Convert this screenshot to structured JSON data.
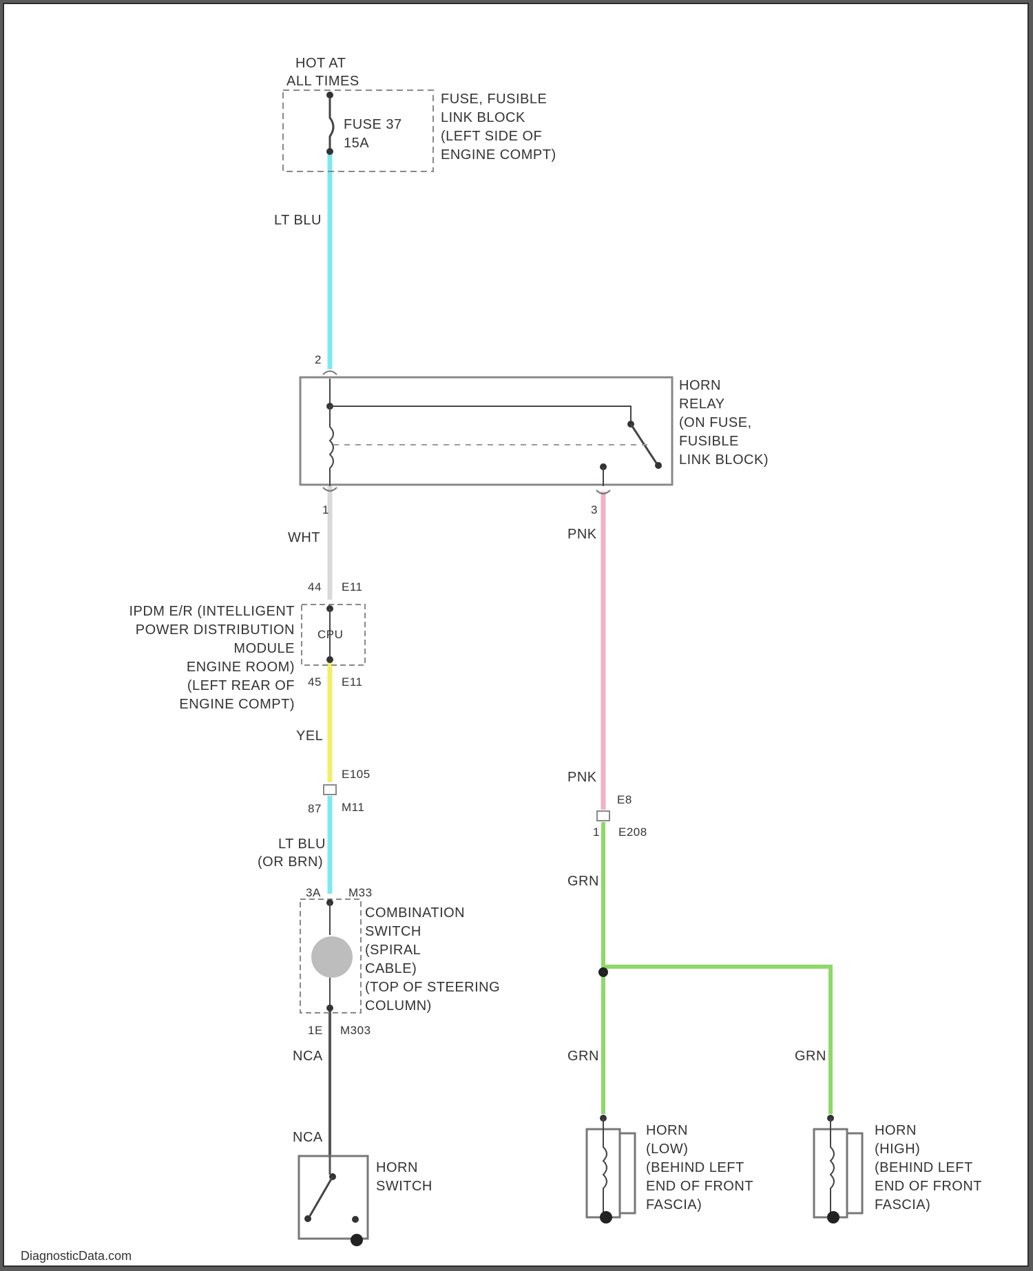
{
  "power_source": {
    "line1": "HOT AT",
    "line2": "ALL TIMES"
  },
  "fuse_block": {
    "lines": [
      "FUSE, FUSIBLE",
      "LINK BLOCK",
      "(LEFT SIDE OF",
      "ENGINE COMPT)"
    ]
  },
  "fuse": {
    "lines": [
      "FUSE 37",
      "15A"
    ]
  },
  "horn_relay": {
    "lines": [
      "HORN",
      "RELAY",
      "(ON FUSE,",
      "FUSIBLE",
      "LINK BLOCK)"
    ]
  },
  "ipdm": {
    "lines": [
      "IPDM E/R (INTELLIGENT",
      "POWER DISTRIBUTION",
      "MODULE",
      "ENGINE ROOM)",
      "(LEFT REAR OF",
      "ENGINE COMPT)"
    ],
    "block_label": "CPU"
  },
  "combination_switch": {
    "lines": [
      "COMBINATION",
      "SWITCH",
      "(SPIRAL",
      "CABLE)",
      "(TOP OF STEERING",
      "COLUMN)"
    ]
  },
  "horn_switch": {
    "lines": [
      "HORN",
      "SWITCH"
    ]
  },
  "horn_low": {
    "lines": [
      "HORN",
      "(LOW)",
      "(BEHIND LEFT",
      "END OF FRONT",
      "FASCIA)"
    ]
  },
  "horn_high": {
    "lines": [
      "HORN",
      "(HIGH)",
      "(BEHIND LEFT",
      "END OF FRONT",
      "FASCIA)"
    ]
  },
  "wires": {
    "fuse_to_relay": "LT BLU",
    "relay_to_ipdm": "WHT",
    "ipdm_to_e105": "YEL",
    "e105_to_switch": {
      "line1": "LT BLU",
      "line2": "(OR BRN)"
    },
    "switch_to_horn_switch": "NCA",
    "horn_switch_input": "NCA",
    "relay_out_1": "PNK",
    "relay_out_2": "PNK",
    "to_splice": "GRN",
    "to_horn_low": "GRN",
    "to_horn_high": "GRN"
  },
  "pins": {
    "relay_in": "2",
    "relay_coil_out": "1",
    "relay_switch_out": "3",
    "ipdm_in_pin": "44",
    "ipdm_in_conn": "E11",
    "ipdm_out_pin": "45",
    "ipdm_out_conn": "E11",
    "e105": "E105",
    "m_pin": "87",
    "m_conn": "M11",
    "comb_in_pin": "3A",
    "comb_in_conn": "M33",
    "comb_out_pin": "1E",
    "comb_out_conn": "M303",
    "e8": "E8",
    "e208_pin": "1",
    "e208": "E208"
  },
  "wire_colors": {
    "lt_blu": "#7fe8ee",
    "wht": "#d8d8d8",
    "yel": "#f0ee6a",
    "pnk": "#f3b1c9",
    "grn": "#8fd86a",
    "nca": "#555555"
  },
  "watermark": "DiagnosticData.com"
}
